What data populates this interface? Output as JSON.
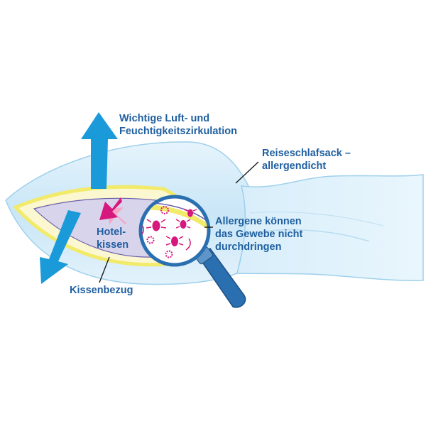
{
  "labels": {
    "airflow": {
      "line1": "Wichtige Luft- und",
      "line2": "Feuchtigkeitszirkulation"
    },
    "sleeping_bag": {
      "line1": "Reiseschlafsack –",
      "line2": "allergendicht"
    },
    "hotel_pillow": {
      "line1": "Hotel-",
      "line2": "kissen"
    },
    "allergens": {
      "line1": "Allergene können",
      "line2": "das Gewebe nicht",
      "line3": "durchdringen"
    },
    "pillowcase": "Kissenbezug"
  },
  "colors": {
    "text": "#1f5fa0",
    "bag_fill": "#cfe9f7",
    "bag_outline": "#9fd0ec",
    "arrow_blue": "#1a9ad8",
    "pillowcase_yellow": "#f2ea6a",
    "pillow_lilac": "#d8d4ec",
    "mite_magenta": "#d6187e",
    "arrow_pink": "#f4a6c8",
    "lens_frame": "#2a6fb0"
  }
}
